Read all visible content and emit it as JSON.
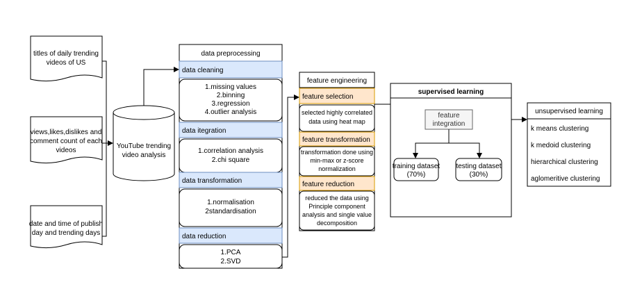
{
  "colors": {
    "line": "#000000",
    "header_blue": "#dae8fc",
    "header_blue_stroke": "#6c8ebf",
    "header_orange": "#ffe6cc",
    "header_orange_stroke": "#d79b00",
    "integration_fill": "#f5f5f5",
    "integration_stroke": "#666666"
  },
  "inputs": [
    {
      "lines": [
        "titles of daily trending",
        "videos of US"
      ]
    },
    {
      "lines": [
        "views,likes,dislikes and",
        "comment count of each",
        "videos"
      ]
    },
    {
      "lines": [
        "date and time of publish",
        "day and trending days"
      ]
    }
  ],
  "database": {
    "lines": [
      "YouTube trending",
      "video analysis"
    ]
  },
  "preprocessing": {
    "title": "data preprocessing",
    "sections": [
      {
        "header": "data cleaning",
        "items": [
          "1.missing values",
          "2.binning",
          "3.regression",
          "4.outlier analysis"
        ]
      },
      {
        "header": "data itegration",
        "items": [
          "1.correlation analysis",
          "2.chi square"
        ]
      },
      {
        "header": "data transformation",
        "items": [
          "1.normalisation",
          "2standardisation"
        ]
      },
      {
        "header": "data reduction",
        "items": [
          "1.PCA",
          "2.SVD"
        ]
      }
    ]
  },
  "feature_engineering": {
    "title": "feature engineering",
    "sections": [
      {
        "header": "feature selection",
        "items": [
          "selected highly correlated",
          "data using heat map"
        ]
      },
      {
        "header": "feature transformation",
        "items": [
          "transformation done using",
          "min-max or z-score",
          "normalization"
        ]
      },
      {
        "header": "feature reduction",
        "items": [
          "reduced the data using",
          "Principle component",
          "analysis and single value",
          "decomposition"
        ]
      }
    ]
  },
  "supervised": {
    "title": "supervised learning",
    "integration": [
      "feature",
      "integration"
    ],
    "training": [
      "training dataset",
      "(70%)"
    ],
    "testing": [
      "testing dataset",
      "(30%)"
    ]
  },
  "unsupervised": {
    "title": "unsupervised learning",
    "items": [
      "k means clustering",
      "k medoid clustering",
      "hierarchical clustering",
      "aglomeritive clustering"
    ]
  }
}
